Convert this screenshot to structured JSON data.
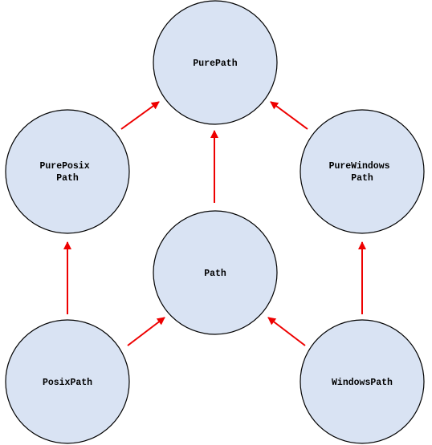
{
  "colors": {
    "node_fill": "#d9e3f3",
    "node_stroke": "#000000",
    "arrow": "#ee0000"
  },
  "nodes": [
    {
      "id": "purepath",
      "lines": [
        "PurePath"
      ]
    },
    {
      "id": "pureposixpath",
      "lines": [
        "PurePosix",
        "Path"
      ]
    },
    {
      "id": "purewindowspath",
      "lines": [
        "PureWindows",
        "Path"
      ]
    },
    {
      "id": "path",
      "lines": [
        "Path"
      ]
    },
    {
      "id": "posixpath",
      "lines": [
        "PosixPath"
      ]
    },
    {
      "id": "windowspath",
      "lines": [
        "WindowsPath"
      ]
    }
  ],
  "edges": [
    {
      "from": "pureposixpath",
      "to": "purepath"
    },
    {
      "from": "purewindowspath",
      "to": "purepath"
    },
    {
      "from": "path",
      "to": "purepath"
    },
    {
      "from": "posixpath",
      "to": "pureposixpath"
    },
    {
      "from": "windowspath",
      "to": "purewindowspath"
    },
    {
      "from": "posixpath",
      "to": "path"
    },
    {
      "from": "windowspath",
      "to": "path"
    }
  ]
}
